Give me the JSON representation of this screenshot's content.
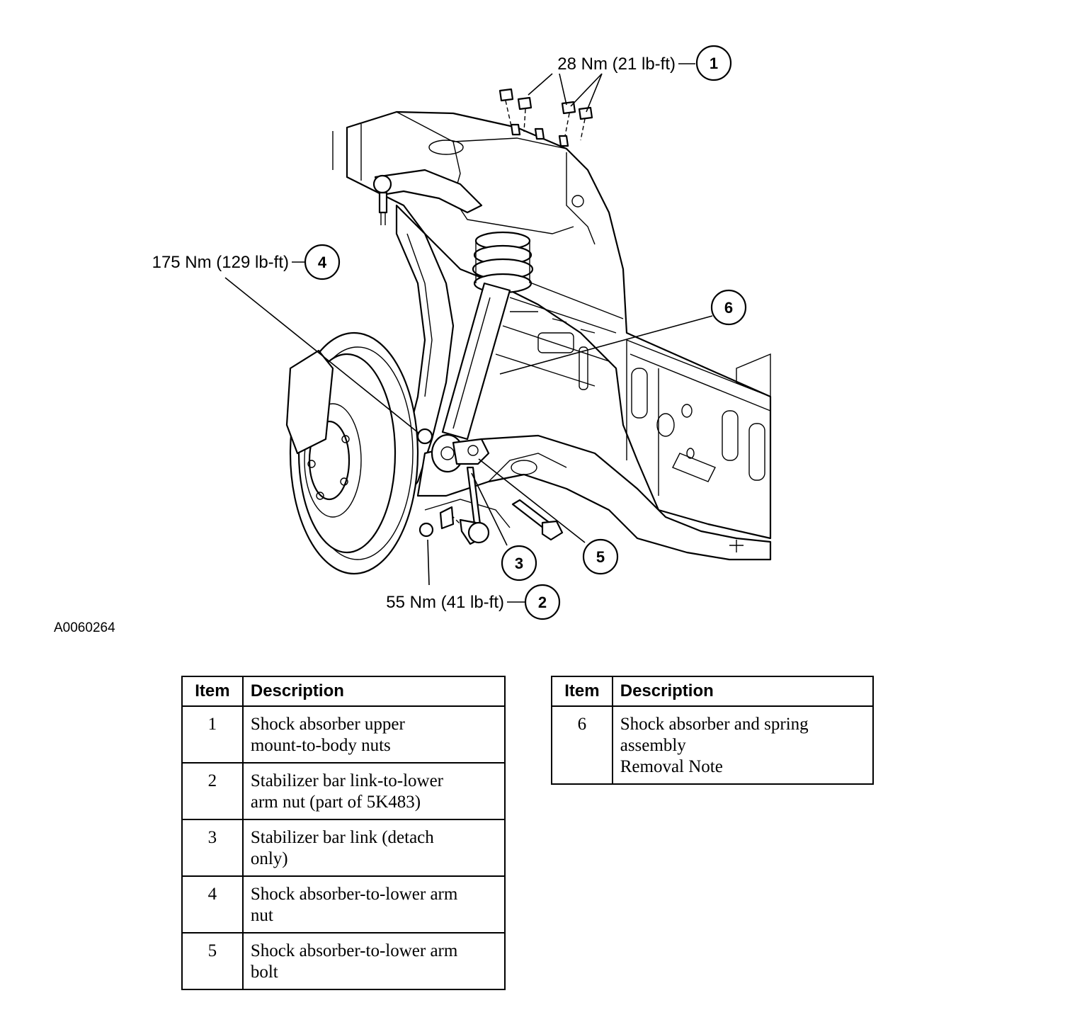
{
  "callouts": [
    {
      "num": "1",
      "torque": "28 Nm (21 lb-ft)"
    },
    {
      "num": "2",
      "torque": "55 Nm (41 lb-ft)"
    },
    {
      "num": "3",
      "torque": ""
    },
    {
      "num": "4",
      "torque": "175 Nm (129 lb-ft)"
    },
    {
      "num": "5",
      "torque": ""
    },
    {
      "num": "6",
      "torque": ""
    }
  ],
  "figure_code": "A0060264",
  "tables": [
    {
      "headers": [
        "Item",
        "Description"
      ],
      "rows": [
        {
          "item": "1",
          "lines": [
            "Shock absorber upper",
            "mount-to-body nuts"
          ]
        },
        {
          "item": "2",
          "lines": [
            "Stabilizer bar link-to-lower",
            "arm nut (part of 5K483)"
          ]
        },
        {
          "item": "3",
          "lines": [
            "Stabilizer bar link (detach",
            "only)"
          ]
        },
        {
          "item": "4",
          "lines": [
            "Shock absorber-to-lower arm",
            "nut"
          ]
        },
        {
          "item": "5",
          "lines": [
            "Shock absorber-to-lower arm",
            "bolt"
          ]
        }
      ]
    },
    {
      "headers": [
        "Item",
        "Description"
      ],
      "rows": [
        {
          "item": "6",
          "lines": [
            "Shock absorber and spring",
            "assembly",
            "Removal Note"
          ]
        }
      ]
    }
  ]
}
